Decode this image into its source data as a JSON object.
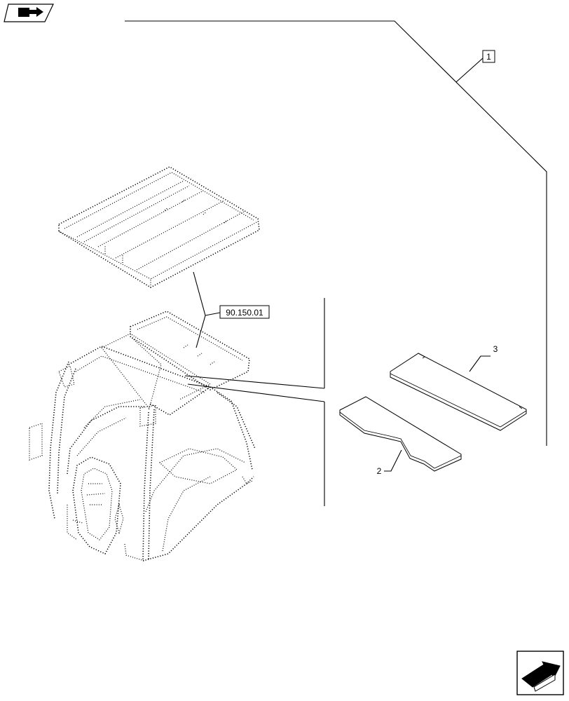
{
  "diagram": {
    "callouts": {
      "item_1": "1",
      "item_2": "2",
      "item_3": "3",
      "ref_90": "90.150.01"
    },
    "icons": {
      "top_left": "book-arrow-icon",
      "bottom_right": "next-page-arrow-icon"
    }
  }
}
